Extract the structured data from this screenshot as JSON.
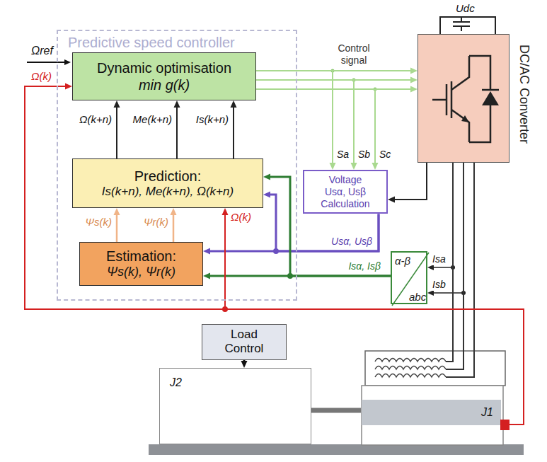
{
  "diagram": {
    "nodes": [
      {
        "text": [
          "Predictive speed controller"
        ]
      },
      {
        "text": [
          "Dynamic optimisation",
          "min g(k)"
        ],
        "in": 0
      },
      {
        "text": [
          "Prediction:",
          "Is(k+n), Me(k+n), Ω(k+n)"
        ],
        "in": 0
      },
      {
        "text": [
          "Estimation:",
          "Ψs(k), Ψr(k)"
        ],
        "in": 0
      },
      {
        "text": [
          "Voltage Usα, Usβ Calculation"
        ]
      },
      {
        "text": [
          "α-β",
          "abc"
        ]
      },
      {
        "text": [
          "DC/AC Converter"
        ]
      },
      {
        "text": [
          "Load Control"
        ]
      },
      {
        "text": [
          "J2"
        ]
      },
      {
        "text": [
          "J1"
        ]
      }
    ],
    "edges": [
      {
        "from": 2,
        "to": 1,
        "arrow": "to",
        "label": "Ω(k+n)"
      },
      {
        "from": 2,
        "to": 1,
        "arrow": "to",
        "label": "Me(k+n)"
      },
      {
        "from": 2,
        "to": 1,
        "arrow": "to",
        "label": "Is(k+n)"
      },
      {
        "from": 3,
        "to": 2,
        "arrow": "to",
        "label": "Ψs(k)"
      },
      {
        "from": 3,
        "to": 2,
        "arrow": "to",
        "label": "Ψr(k)"
      },
      {
        "from": 1,
        "to": 6,
        "arrow": "to",
        "label": "Control signal"
      },
      {
        "from": 1,
        "to": 4,
        "arrow": "to"
      },
      {
        "from": 6,
        "to": 4,
        "arrow": "to"
      },
      {
        "from": 4,
        "to": 3,
        "arrow": "to",
        "label": "Usα, Usβ"
      },
      {
        "from": 4,
        "to": 2,
        "arrow": "to"
      },
      {
        "from": 5,
        "to": 3,
        "arrow": "to",
        "label": "Isα, Isβ"
      },
      {
        "from": 5,
        "to": 2,
        "arrow": "to"
      },
      {
        "from": 6,
        "to": 9,
        "arrow": "none"
      },
      {
        "from": 9,
        "to": 1,
        "arrow": "to",
        "label": "Ω(k)"
      },
      {
        "from": 9,
        "to": 2,
        "arrow": "to",
        "label": "Ω(k)"
      },
      {
        "from": 7,
        "to": 8,
        "arrow": "to"
      },
      {
        "from": 8,
        "to": 9,
        "arrow": "none"
      }
    ],
    "labels": [
      "Ωref",
      "Udc",
      "Sa",
      "Sb",
      "Sc",
      "Isa",
      "Isb"
    ]
  }
}
